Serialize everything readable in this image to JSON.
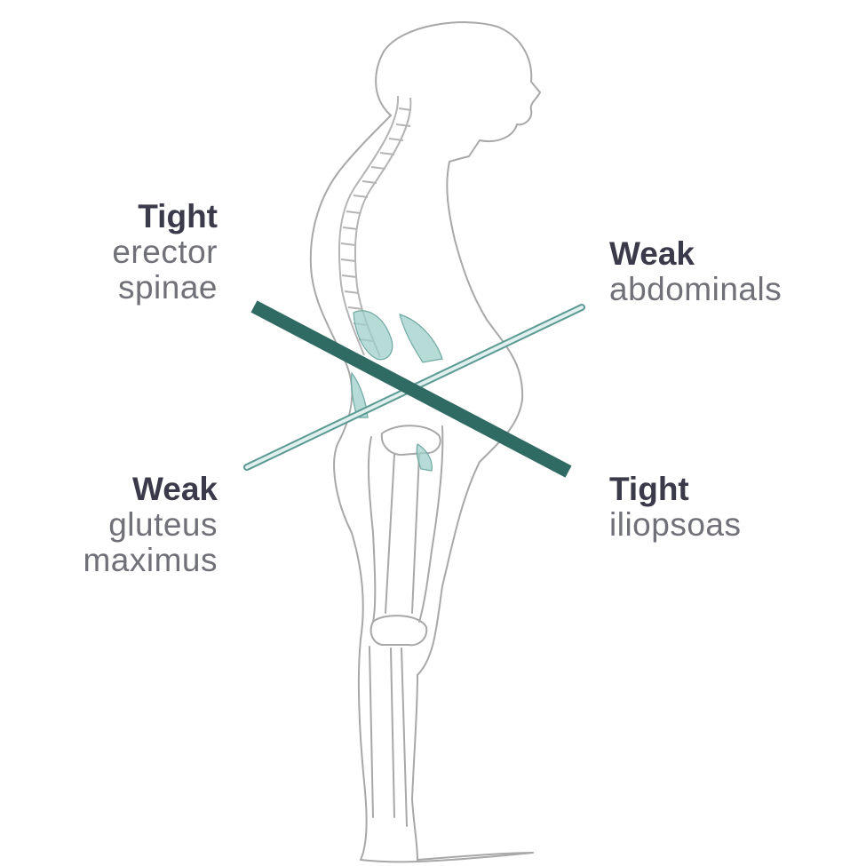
{
  "labels": {
    "upper_left": {
      "status": "Tight",
      "muscle_line1": "erector",
      "muscle_line2": "spinae"
    },
    "upper_right": {
      "status": "Weak",
      "muscle_line1": "abdominals"
    },
    "lower_left": {
      "status": "Weak",
      "muscle_line1": "gluteus",
      "muscle_line2": "maximus"
    },
    "lower_right": {
      "status": "Tight",
      "muscle_line1": "iliopsoas"
    }
  },
  "colors": {
    "tight_line": "#2f6b63",
    "weak_line": "#7fb9b3",
    "muscle_fill": "#9fd0cb",
    "outline": "#9a9a9a"
  }
}
